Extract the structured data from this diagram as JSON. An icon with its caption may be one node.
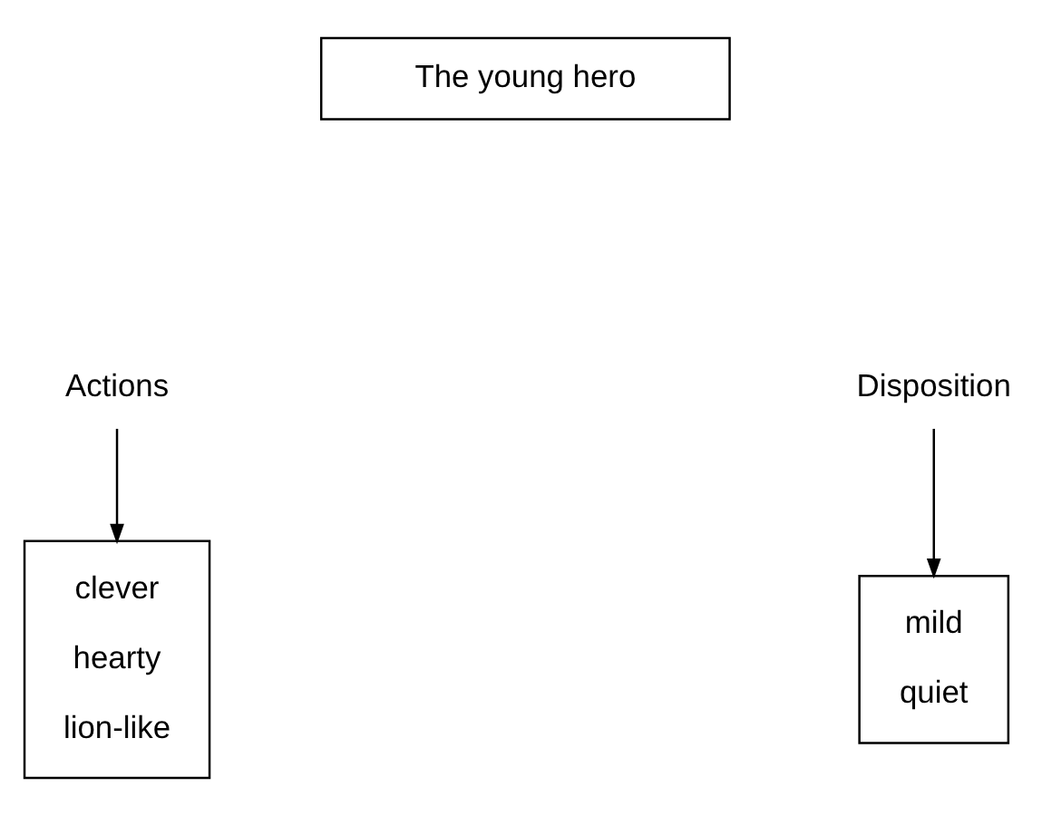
{
  "diagram": {
    "nodes": [
      {
        "text": [
          "The young hero"
        ]
      },
      {
        "text": [
          "Actions"
        ]
      },
      {
        "text": [
          "Disposition"
        ]
      },
      {
        "text": [
          "clever",
          "hearty",
          "lion-like"
        ]
      },
      {
        "text": [
          "mild",
          "quiet"
        ]
      }
    ],
    "edges": [
      {
        "from": 1,
        "to": 3,
        "arrow": "to"
      },
      {
        "from": 2,
        "to": 4,
        "arrow": "to"
      }
    ]
  }
}
